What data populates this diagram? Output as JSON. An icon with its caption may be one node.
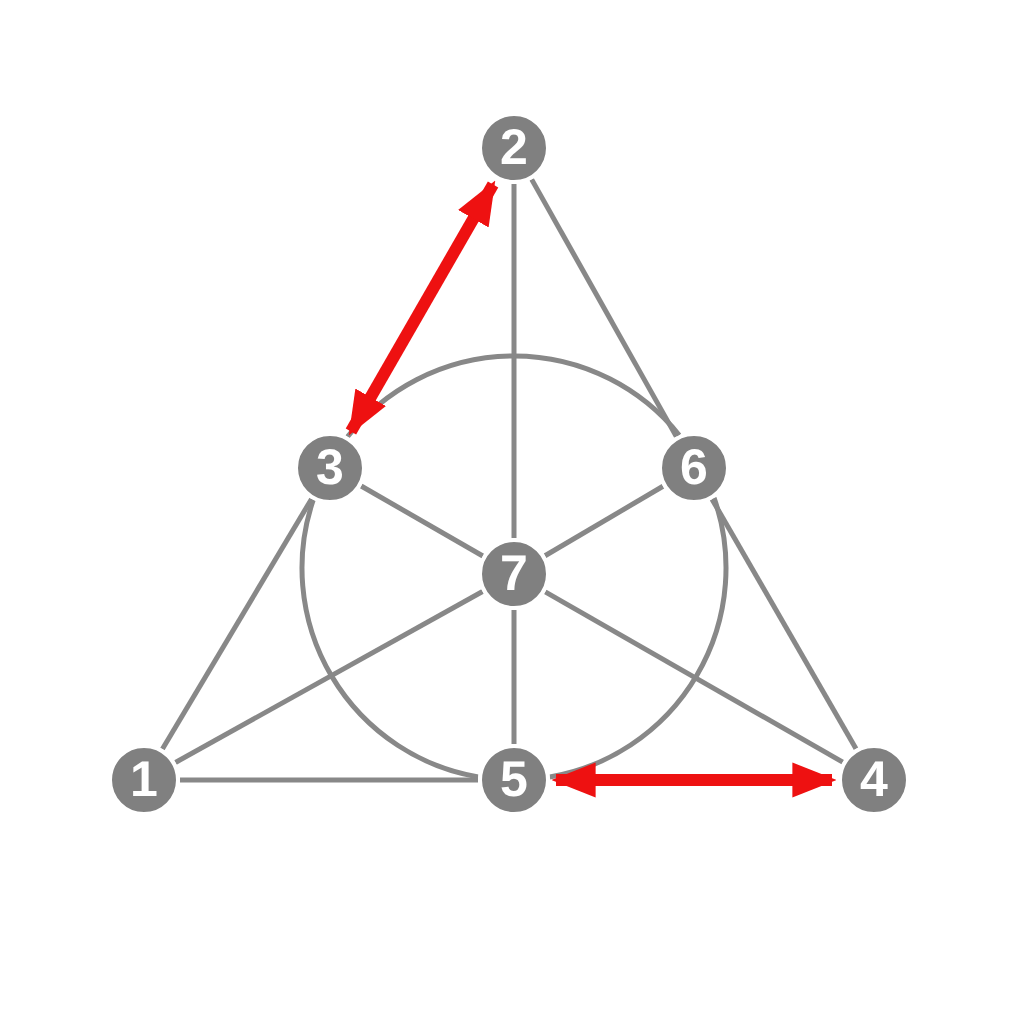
{
  "diagram": {
    "nodes": [
      {
        "text": [
          "2"
        ]
      },
      {
        "text": [
          "3"
        ]
      },
      {
        "text": [
          "6"
        ]
      },
      {
        "text": [
          "7"
        ]
      },
      {
        "text": [
          "1"
        ]
      },
      {
        "text": [
          "5"
        ]
      },
      {
        "text": [
          "4"
        ]
      }
    ],
    "edges": [
      {
        "from": 4,
        "to": 1,
        "arrow": "none"
      },
      {
        "from": 0,
        "to": 2,
        "arrow": "none"
      },
      {
        "from": 2,
        "to": 6,
        "arrow": "none"
      },
      {
        "from": 4,
        "to": 5,
        "arrow": "none"
      },
      {
        "from": 0,
        "to": 3,
        "arrow": "none"
      },
      {
        "from": 3,
        "to": 5,
        "arrow": "none"
      },
      {
        "from": 1,
        "to": 3,
        "arrow": "none"
      },
      {
        "from": 3,
        "to": 6,
        "arrow": "none"
      },
      {
        "from": 2,
        "to": 3,
        "arrow": "none"
      },
      {
        "from": 3,
        "to": 4,
        "arrow": "none"
      },
      {
        "from": 1,
        "to": 2,
        "arrow": "none"
      },
      {
        "from": 2,
        "to": 5,
        "arrow": "none"
      },
      {
        "from": 5,
        "to": 1,
        "arrow": "none"
      },
      {
        "from": 0,
        "to": 1,
        "arrow": "both",
        "style": "thick",
        "color": "#ee1111"
      },
      {
        "from": 5,
        "to": 6,
        "arrow": "both",
        "style": "thick",
        "color": "#ee1111"
      }
    ]
  }
}
